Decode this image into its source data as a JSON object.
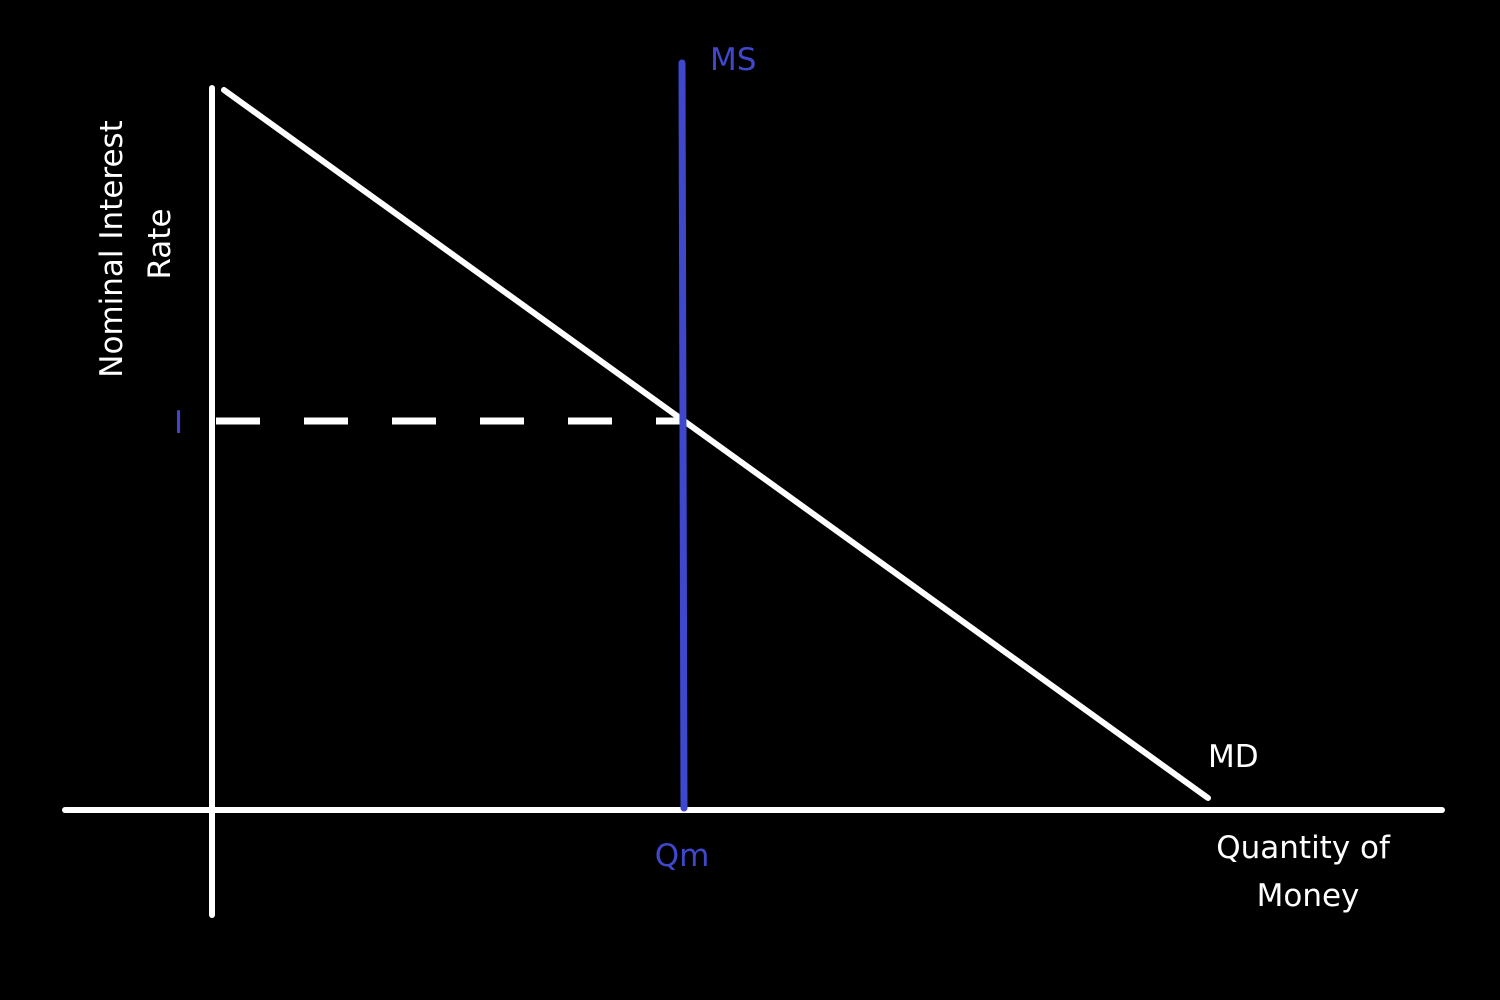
{
  "diagram": {
    "title": "",
    "y_axis_label": [
      "Nominal Interest",
      "Rate"
    ],
    "x_axis_label": [
      "Quantity of",
      "Money"
    ],
    "supply_curve_label": "MS",
    "demand_curve_label": "MD",
    "equilibrium_rate_label": "I",
    "equilibrium_quantity_label": "Qm"
  },
  "colors": {
    "background": "#000000",
    "axes": "#ffffff",
    "demand_curve": "#ffffff",
    "supply_curve": "#3f48cc",
    "guide_line": "#ffffff",
    "equilibrium_labels": "#3f48cc"
  }
}
